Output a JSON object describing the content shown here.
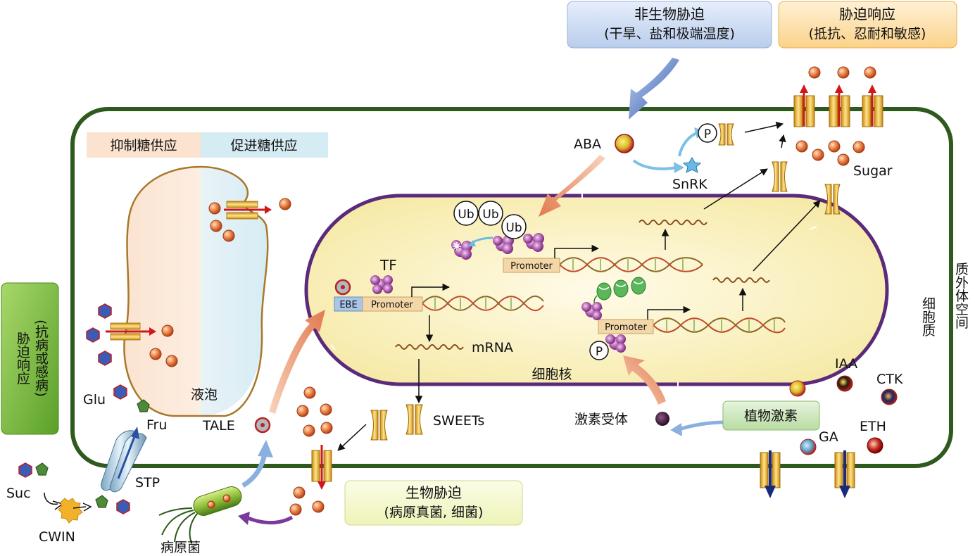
{
  "boxes": {
    "abiotic_title": "非生物胁迫",
    "abiotic_sub": "(干旱、盐和极端温度)",
    "response_title": "胁迫响应",
    "response_sub": "(抵抗、忍耐和敏感)",
    "biotic_title": "生物胁迫",
    "biotic_sub": "(病原真菌, 细菌)",
    "left_title": "胁迫响应",
    "left_sub": "(抗病或感病)",
    "hormone": "植物激素",
    "inhibit": "抑制糖供应",
    "promote": "促进糖供应"
  },
  "labels": {
    "aba": "ABA",
    "snrk": "SnRK",
    "sugar": "Sugar",
    "cytoplasm": "细胞质",
    "apoplast": "质外体空间",
    "nucleus": "细胞核",
    "vacuole": "液泡",
    "tale": "TALE",
    "glu": "Glu",
    "fru": "Fru",
    "stp": "STP",
    "suc": "Suc",
    "cwin": "CWIN",
    "pathogen": "病原菌",
    "sweets": "SWEETs",
    "mrna": "mRNA",
    "tf": "TF",
    "ebe": "EBE",
    "promoter1": "Promoter",
    "promoter2": "Promoter",
    "promoter3": "Promoter",
    "hormone_receptor": "激素受体",
    "iaa": "IAA",
    "ctk": "CTK",
    "ga": "GA",
    "eth": "ETH",
    "ub1": "Ub",
    "ub2": "Ub",
    "ub3": "Ub",
    "p1": "P",
    "p2": "P"
  },
  "colors": {
    "cell_wall": "#2f5a1e",
    "nucleus_border": "#5b2a7a",
    "sugar": "#e8743c",
    "transporter": "#f0b429",
    "glucose": "#3b5bb5",
    "fructose": "#4f8a3c",
    "tf": "#9c4aa8"
  }
}
